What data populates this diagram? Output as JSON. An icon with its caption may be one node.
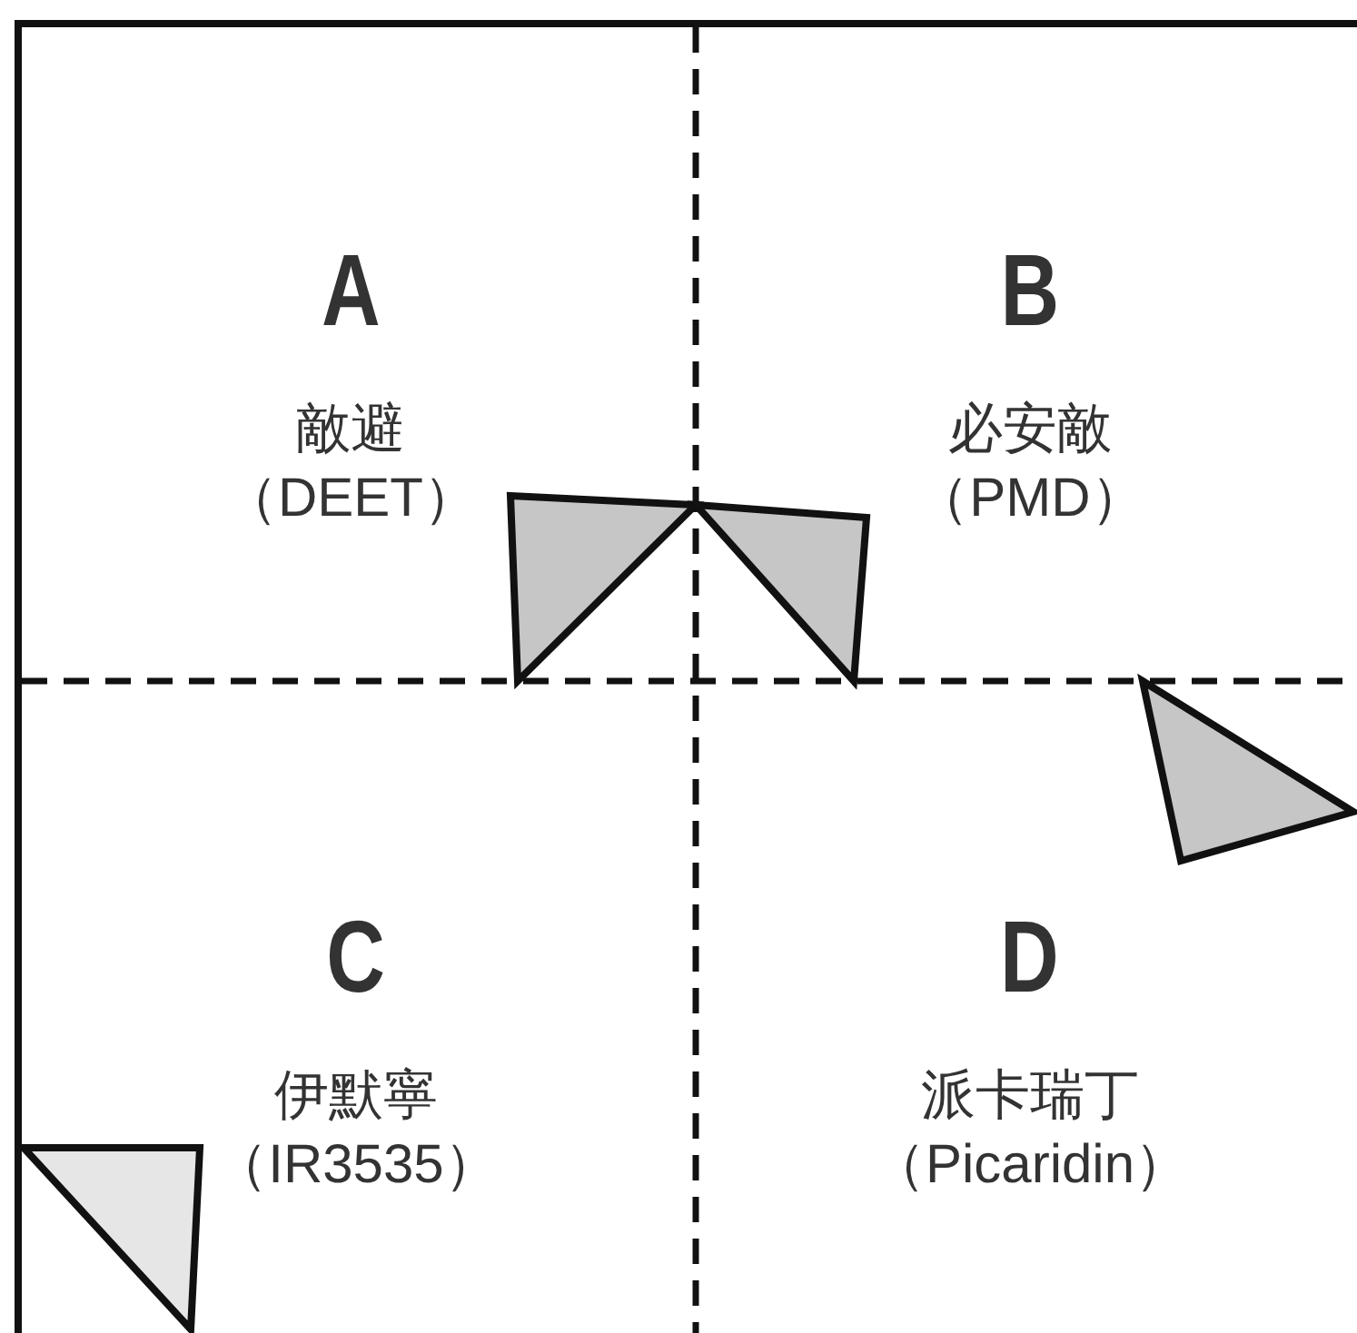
{
  "diagram": {
    "nodes": [
      {
        "text": [
          "A",
          "敵避",
          "（DEET）"
        ]
      },
      {
        "text": [
          "B",
          "必安敵",
          "（PMD）"
        ]
      },
      {
        "text": [
          "C",
          "伊默寧",
          "（IR3535）"
        ]
      },
      {
        "text": [
          "D",
          "派卡瑞丁",
          "（Picaridin）"
        ]
      },
      {
        "text": [],
        "shape": "triangle"
      },
      {
        "text": [],
        "shape": "triangle"
      },
      {
        "text": [],
        "shape": "triangle"
      },
      {
        "text": [],
        "shape": "triangle"
      }
    ]
  }
}
